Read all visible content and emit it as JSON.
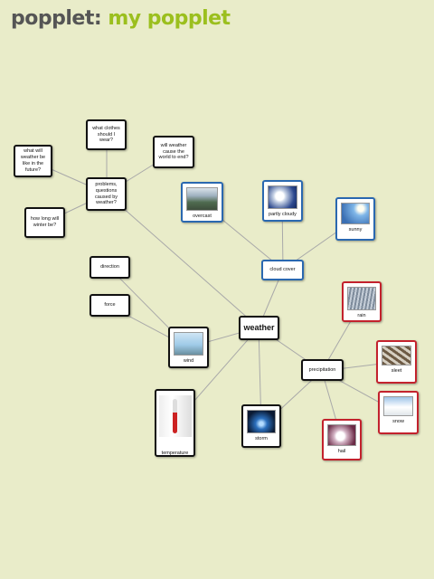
{
  "header": {
    "brand": "popplet:",
    "title": "my popplet"
  },
  "nodes": {
    "weather": "weather",
    "problems": "problems, questions caused by weather?",
    "clothes": "what clothes should I wear?",
    "future": "what will weather be like in the future?",
    "end_world": "will weather cause the world to end?",
    "winter": "how long will winter be?",
    "overcast": "overcast",
    "partly_cloudy": "partly cloudy",
    "sunny": "sunny",
    "cloud_cover": "cloud cover",
    "direction": "direction",
    "force": "force",
    "wind": "wind",
    "temperature": "temperature",
    "storm": "storm",
    "precipitation": "precipitation",
    "rain": "rain",
    "sleet": "sleet",
    "snow": "snow",
    "hail": "hail"
  },
  "colors": {
    "background": "#e9ecc9",
    "brand": "#555555",
    "title": "#9bbf1e",
    "link_line": "#a9a9a9",
    "blue_border": "#2a68b0",
    "red_border": "#c3222d",
    "black_border": "#111111"
  }
}
